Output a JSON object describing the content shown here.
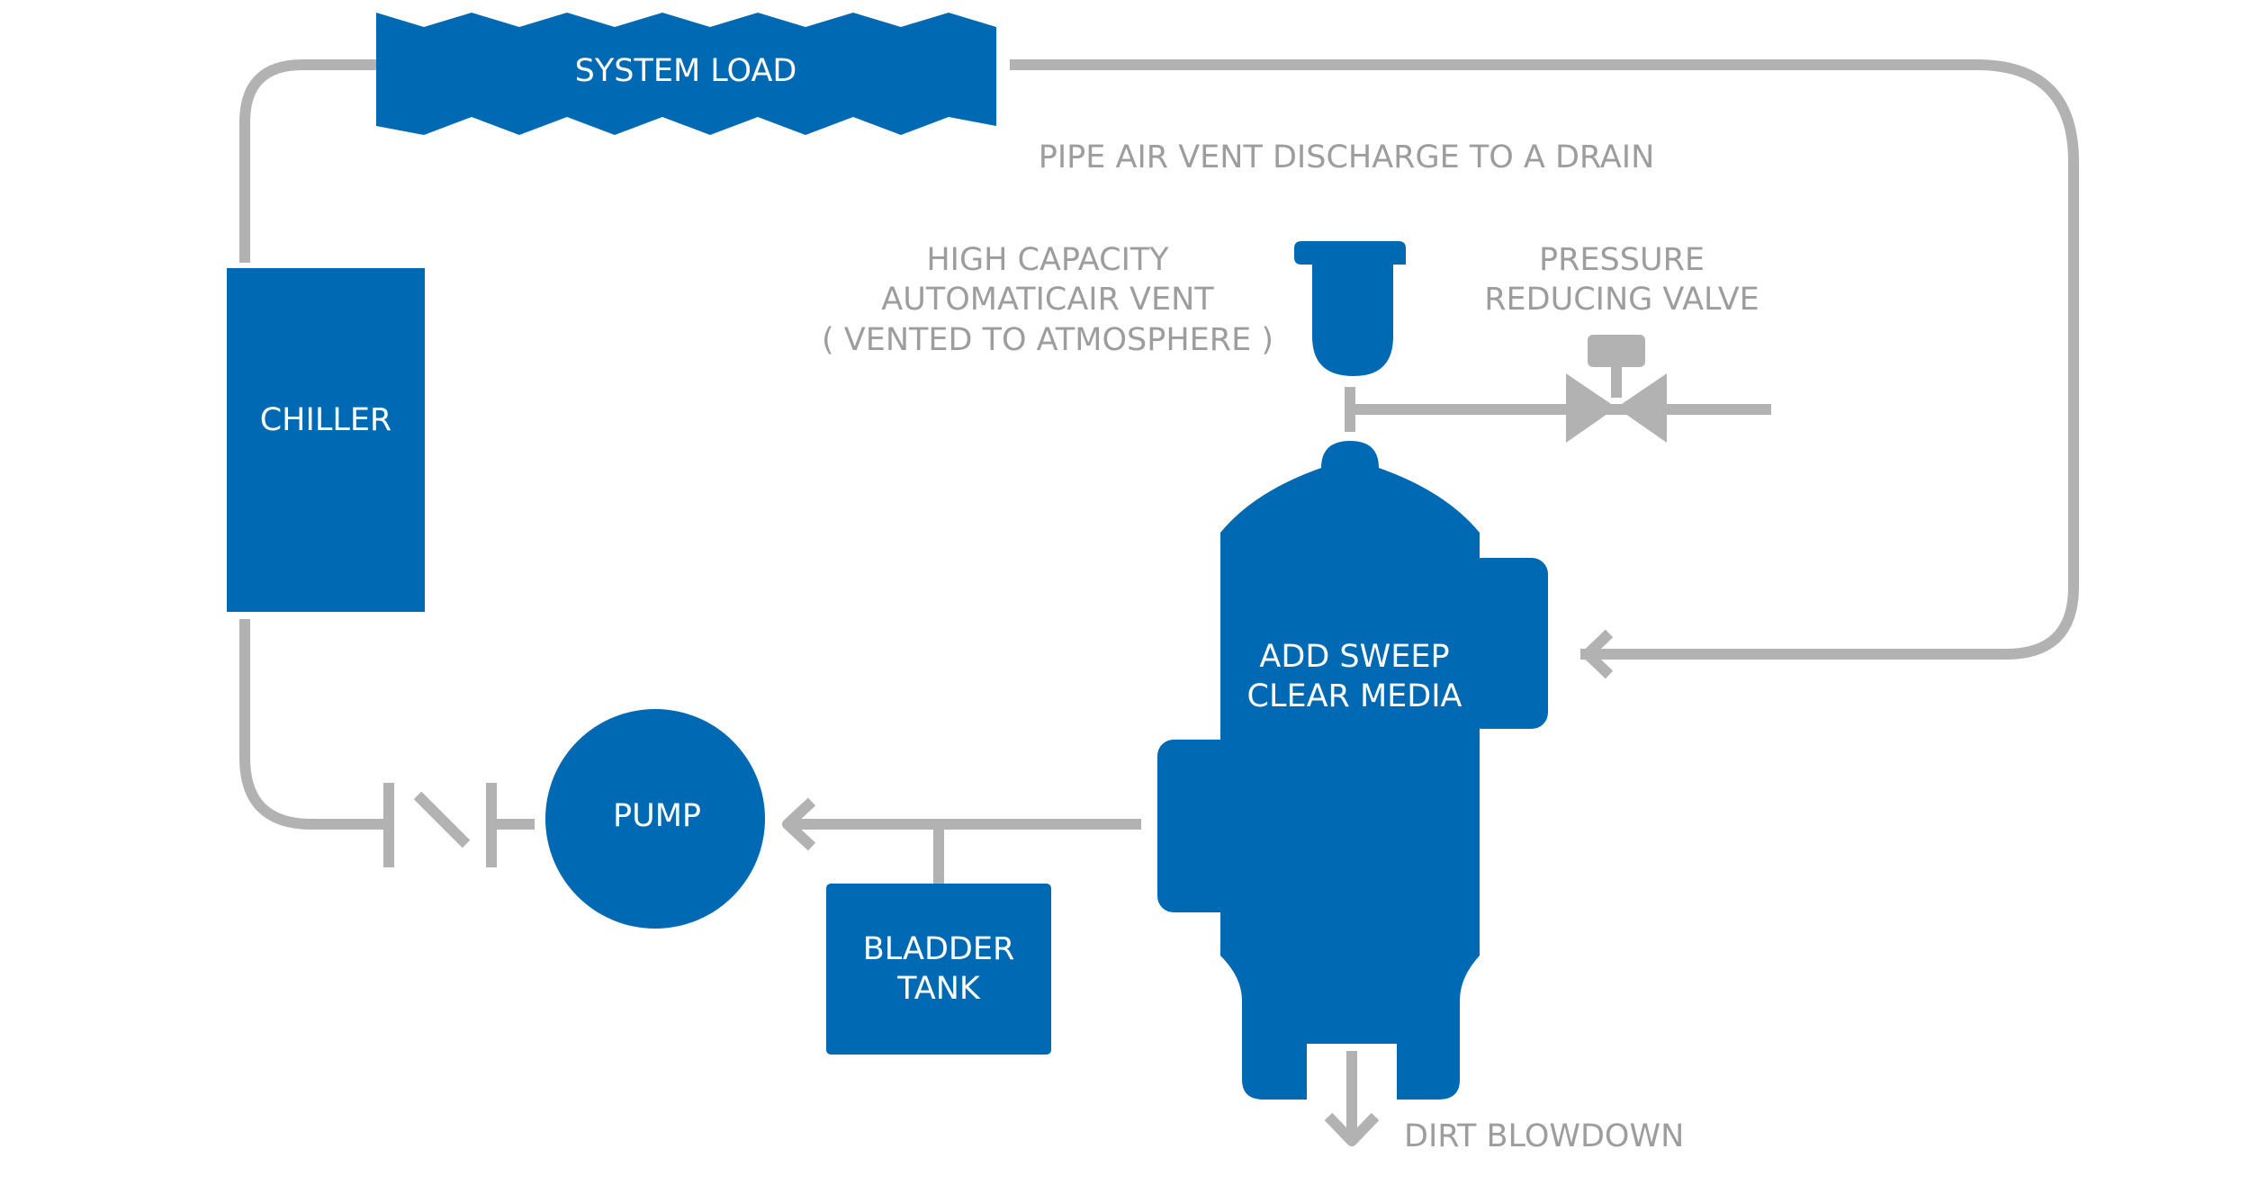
{
  "units": {
    "system_load": "SYSTEM LOAD",
    "chiller": "CHILLER",
    "pump": "PUMP",
    "bladder_tank": [
      "BLADDER",
      "TANK"
    ],
    "separator": [
      "ADD SWEEP",
      "CLEAR MEDIA"
    ]
  },
  "annotations": {
    "pipe_air_vent": "PIPE AIR VENT DISCHARGE TO A DRAIN",
    "air_vent": [
      "HIGH CAPACITY",
      "AUTOMATICAIR VENT",
      "( VENTED TO ATMOSPHERE )"
    ],
    "pressure_valve": [
      "PRESSURE",
      "REDUCING VALVE"
    ],
    "dirt_blowdown": "DIRT BLOWDOWN"
  },
  "colors": {
    "equipment": "#0069b3",
    "piping": "#b2b2b2",
    "annotation_text": "#9d9d9d",
    "equipment_text": "#ffffff"
  }
}
